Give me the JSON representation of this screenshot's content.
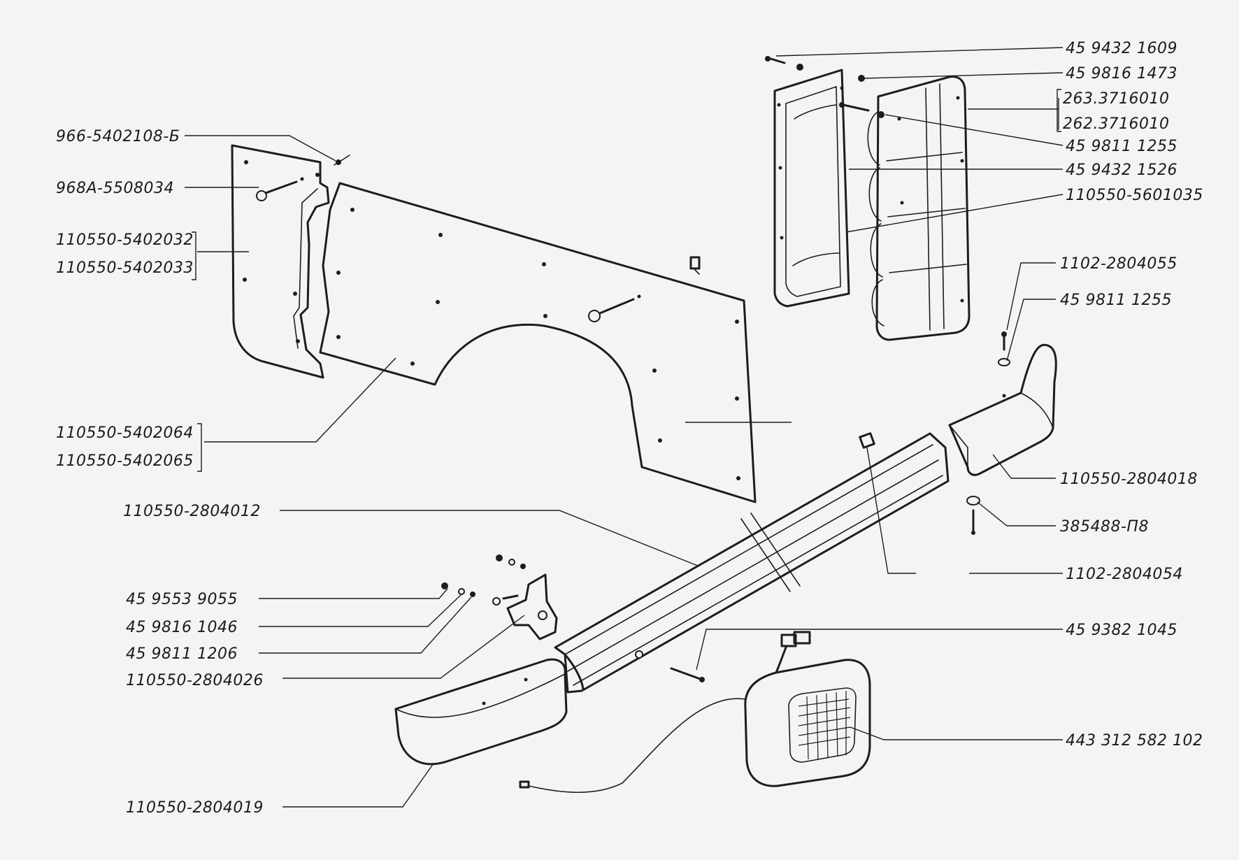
{
  "colors": {
    "background": "#f4f4f2",
    "ink": "#1d1d1d"
  },
  "labels": {
    "l_966": "966-5402108-Б",
    "l_968a": "968А-5508034",
    "l_5402032": "110550-5402032",
    "l_5402033": "110550-5402033",
    "l_5402064": "110550-5402064",
    "l_5402065": "110550-5402065",
    "l_2804012": "110550-2804012",
    "l_9553": "45 9553 9055",
    "l_9816_1046": "45 9816 1046",
    "l_9811_1206": "45 9811 1206",
    "l_2804026": "110550-2804026",
    "l_2804019": "110550-2804019",
    "l_9432_1609": "45 9432 1609",
    "l_9816_1473": "45 9816 1473",
    "l_263": "263.3716010",
    "l_262": "262.3716010",
    "l_9811_1255a": "45 9811 1255",
    "l_9432_1526": "45 9432 1526",
    "l_5601035": "110550-5601035",
    "l_2804055": "1102-2804055",
    "l_9811_1255b": "45 9811 1255",
    "l_2804018": "110550-2804018",
    "l_385488": "385488-П8",
    "l_2804054": "1102-2804054",
    "l_9382": "45 9382 1045",
    "l_443": "443 312 582 102"
  }
}
